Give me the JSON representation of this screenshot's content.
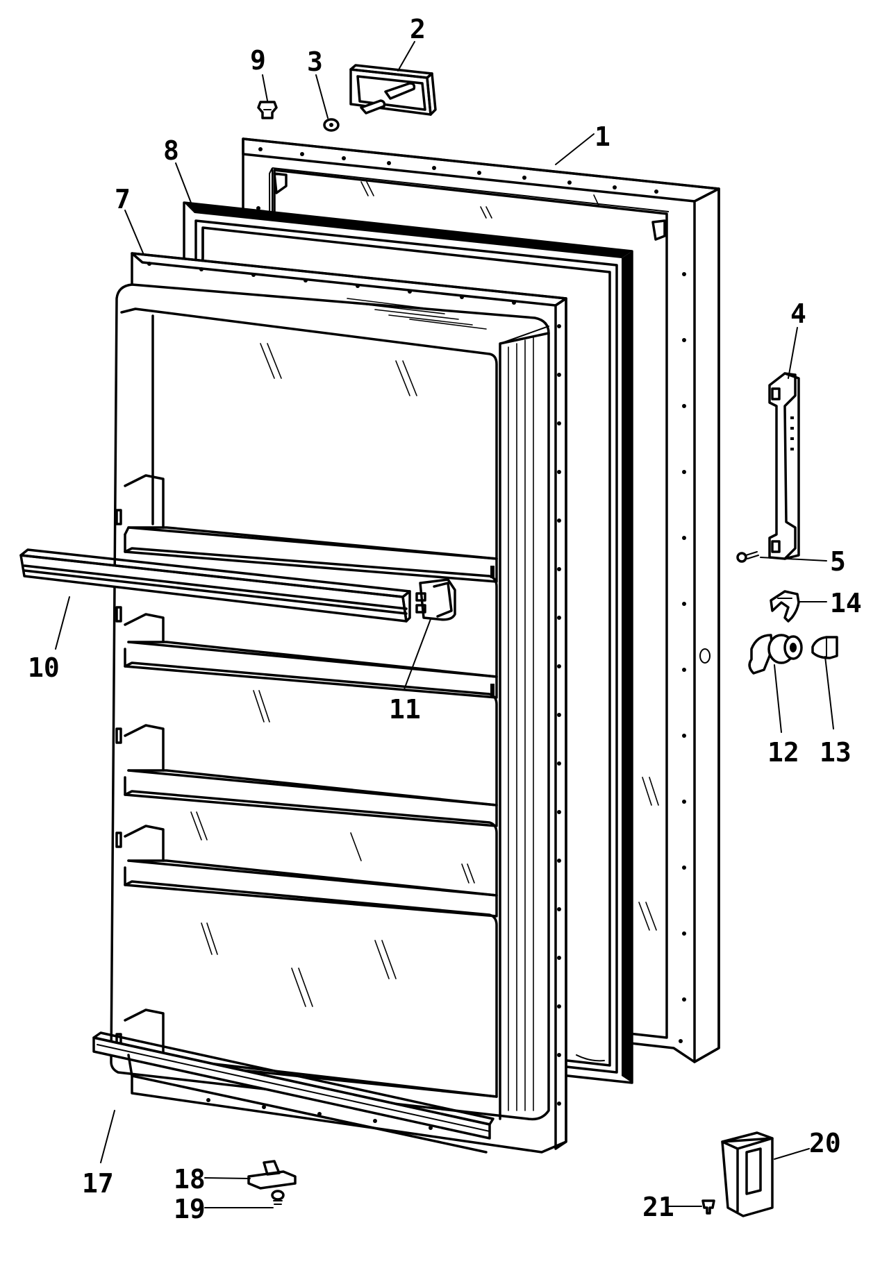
{
  "diagram": {
    "callouts": {
      "p1": "1",
      "p2": "2",
      "p3": "3",
      "p4": "4",
      "p5": "5",
      "p7": "7",
      "p8": "8",
      "p9": "9",
      "p10": "10",
      "p11": "11",
      "p12": "12",
      "p13": "13",
      "p14": "14",
      "p17": "17",
      "p18": "18",
      "p19": "19",
      "p20": "20",
      "p21": "21"
    }
  }
}
